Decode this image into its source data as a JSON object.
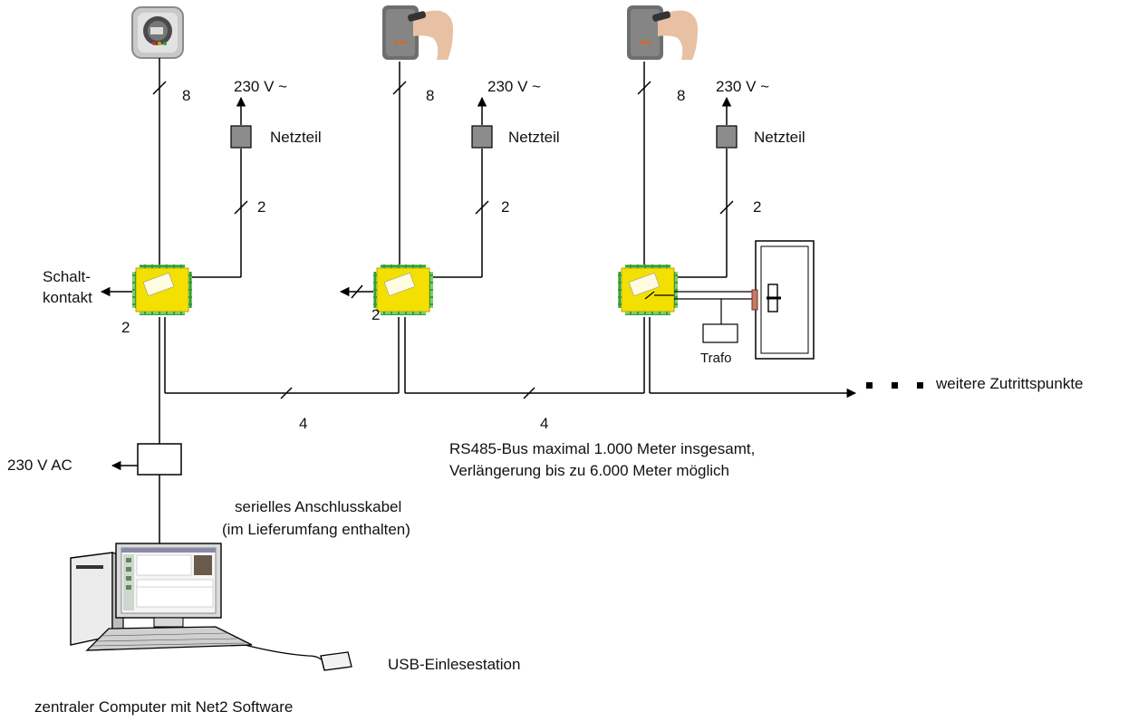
{
  "readers": [
    {
      "count": "8",
      "power": "230 V ~",
      "psu": "Netzteil",
      "psu_count": "2"
    },
    {
      "count": "8",
      "power": "230 V ~",
      "psu": "Netzteil",
      "psu_count": "2"
    },
    {
      "count": "8",
      "power": "230 V ~",
      "psu": "Netzteil",
      "psu_count": "2"
    }
  ],
  "controller1": {
    "output_label": "Schalt-\nkontakt",
    "output_count": "2"
  },
  "controller2": {
    "output_count": "2"
  },
  "controller3": {
    "trafo_label": "Trafo"
  },
  "bus": {
    "segment1_count": "4",
    "segment2_count": "4",
    "continuation_label": "weitere Zutrittspunkte",
    "note_line1": "RS485-Bus maximal 1.000 Meter insgesamt,",
    "note_line2": "Verlängerung bis zu 6.000 Meter möglich"
  },
  "interface": {
    "power_label": "230 V AC",
    "cable_line1": "serielles Anschlusskabel",
    "cable_line2": "(im Lieferumfang enthalten)"
  },
  "computer": {
    "usb_label": "USB-Einlesestation",
    "caption": "zentraler Computer mit Net2 Software"
  }
}
